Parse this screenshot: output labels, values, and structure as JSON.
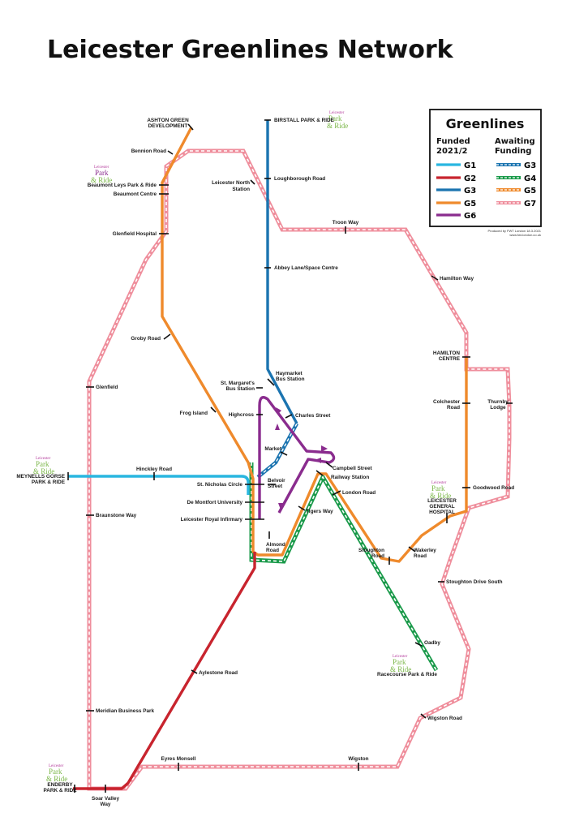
{
  "title": "Leicester Greenlines Network",
  "legend": {
    "heading": "Greenlines",
    "funded_heading_1": "Funded",
    "funded_heading_2": "2021/2",
    "awaiting_heading_1": "Awaiting",
    "awaiting_heading_2": "Funding",
    "funded_lines": [
      {
        "label": "G1",
        "color": "#29b6e0"
      },
      {
        "label": "G2",
        "color": "#c8242e"
      },
      {
        "label": "G3",
        "color": "#1b74b0"
      },
      {
        "label": "G5",
        "color": "#ef8a2c"
      },
      {
        "label": "G6",
        "color": "#8a2c8e"
      }
    ],
    "awaiting_lines": [
      {
        "label": "G3",
        "color": "#1b74b0"
      },
      {
        "label": "G4",
        "color": "#1a9a4a"
      },
      {
        "label": "G5",
        "color": "#ef8a2c"
      },
      {
        "label": "G7",
        "color": "#ef8e9c"
      }
    ],
    "produced_by": "Produced by FWT London 18.3.2021",
    "website": "www.fwt-london.co.uk"
  },
  "park_ride_logo": {
    "line1": "Leicester",
    "line2": "Park",
    "line3": "& Ride"
  },
  "stops": {
    "ashton_green_1": "ASHTON GREEN",
    "ashton_green_2": "DEVELOPMENT",
    "bennion_road": "Bennion Road",
    "beaumont_leys_pr": "Beaumont Leys Park & Ride",
    "beaumont_centre": "Beaumont Centre",
    "glenfield_hospital": "Glenfield Hospital",
    "birstall_pr": "BIRSTALL PARK & RIDE",
    "loughborough_road": "Loughborough Road",
    "leicester_north_1": "Leicester North",
    "leicester_north_2": "Station",
    "troon_way": "Troon Way",
    "abbey_lane": "Abbey Lane/Space Centre",
    "hamilton_way": "Hamilton Way",
    "hamilton_centre_1": "HAMILTON",
    "hamilton_centre_2": "CENTRE",
    "groby_road": "Groby Road",
    "haymarket_1": "Haymarket",
    "haymarket_2": "Bus Station",
    "st_margarets_1": "St. Margaret's",
    "st_margarets_2": "Bus Station",
    "glenfield": "Glenfield",
    "colchester_1": "Colchester",
    "colchester_2": "Road",
    "thurnby_1": "Thurnby",
    "thurnby_2": "Lodge",
    "frog_island": "Frog Island",
    "highcross": "Highcross",
    "charles_street": "Charles Street",
    "market": "Market",
    "meynells_1": "MEYNELLS GORSE",
    "meynells_2": "PARK & RIDE",
    "hinckley_road": "Hinckley Road",
    "campbell_street": "Campbell Street",
    "railway_station": "Railway Station",
    "st_nicholas": "St. Nicholas Circle",
    "belvoir_1": "Belvoir",
    "belvoir_2": "Street",
    "london_road": "London Road",
    "goodwood_road": "Goodwood Road",
    "lgh_1": "LEICESTER",
    "lgh_2": "GENERAL",
    "lgh_3": "HOSPITAL",
    "de_montfort": "De Montfort University",
    "braunstone_way": "Braunstone Way",
    "tigers_way": "Tigers Way",
    "royal_infirmary": "Leicester Royal Infirmary",
    "almond_1": "Almond",
    "almond_2": "Road",
    "stoughton_1": "Stoughton",
    "stoughton_2": "Road",
    "wakerley_1": "Wakerley",
    "wakerley_2": "Road",
    "stoughton_drive": "Stoughton Drive South",
    "oadby": "Oadby",
    "aylestone_road": "Aylestone Road",
    "racecourse_pr": "Racecourse Park & Ride",
    "meridian": "Meridian Business Park",
    "wigston_road": "Wigston Road",
    "eyres_monsell": "Eyres Monsell",
    "wigston": "Wigston",
    "enderby_1": "ENDERBY",
    "enderby_2": "PARK & RIDE",
    "soar_valley_1": "Soar Valley",
    "soar_valley_2": "Way"
  }
}
